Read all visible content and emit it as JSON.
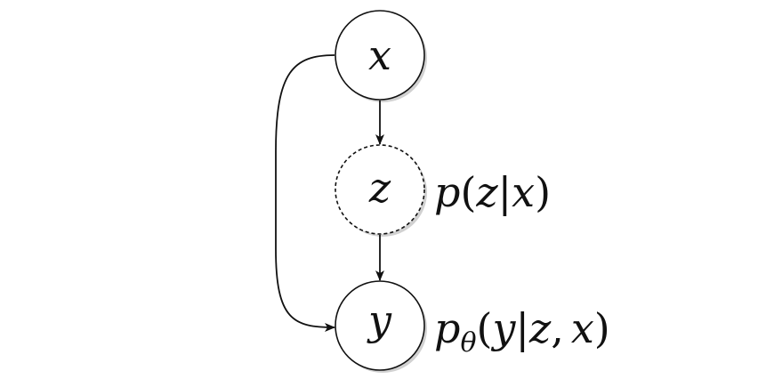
{
  "diagram": {
    "nodes": {
      "x": {
        "label": "x",
        "style": "solid"
      },
      "z": {
        "label": "z",
        "style": "dashed"
      },
      "y": {
        "label": "y",
        "style": "solid"
      }
    },
    "annotations": {
      "pz": {
        "f": "p",
        "open": "(",
        "a": "z",
        "bar": "|",
        "b": "x",
        "close": ")"
      },
      "py": {
        "f": "p",
        "sub": "θ",
        "open": "(",
        "a": "y",
        "bar": "|",
        "b": "z",
        "comma": ",",
        "c": "x",
        "close": ")"
      }
    },
    "edges": [
      {
        "from": "x",
        "to": "z"
      },
      {
        "from": "z",
        "to": "y"
      },
      {
        "from": "x",
        "to": "y",
        "curved": true
      }
    ],
    "colors": {
      "stroke": "#111111",
      "shadow": "#bdbdbd",
      "fill": "#ffffff"
    }
  }
}
